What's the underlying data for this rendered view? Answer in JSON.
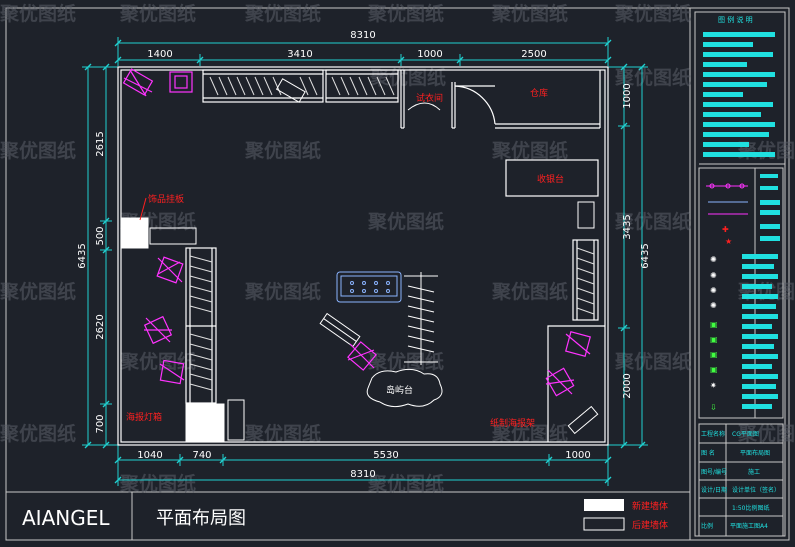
{
  "colors": {
    "background": "#1e222a",
    "wall": "#ffffff",
    "dimension": "#20d0d0",
    "label": "#ff2020",
    "fixture": "#ff33ff",
    "panel_text": "#20e0e0"
  },
  "watermark": "聚优图纸",
  "dimensions": {
    "top_total": "8310",
    "top_segments": [
      "1400",
      "3410",
      "1000",
      "2500"
    ],
    "bottom_total": "8310",
    "bottom_segments": [
      "1040",
      "740",
      "5530",
      "1000"
    ],
    "left_total": "6435",
    "left_segments": [
      "2615",
      "500",
      "2620",
      "700"
    ],
    "right_total": "6435",
    "right_segments": [
      "1000",
      "3435",
      "2000"
    ]
  },
  "room_labels": {
    "fitting_room": "试衣间",
    "storage": "仓库",
    "cashier": "收银台",
    "display_board": "饰品挂板",
    "lightbox": "海报灯箱",
    "island": "岛屿台",
    "carton": "纸制海报架"
  },
  "brand": "AIANGEL",
  "drawing_title": "平面布局图",
  "legend": {
    "solid": "新建墙体",
    "outline": "后建墙体"
  },
  "right_panel": {
    "header": "图 例 说 明",
    "info_rows": [
      {
        "label": "工程名称",
        "value": "CG平面图"
      },
      {
        "label": "图 名",
        "value": "平面布局图"
      },
      {
        "label": "图号/编号",
        "value": "施工"
      },
      {
        "label": "设计/日期",
        "value": "设计单位（签名）"
      },
      {
        "label": "",
        "value": "1:50比例图纸"
      },
      {
        "label": "比例",
        "value": "平面施工图A4"
      }
    ]
  }
}
